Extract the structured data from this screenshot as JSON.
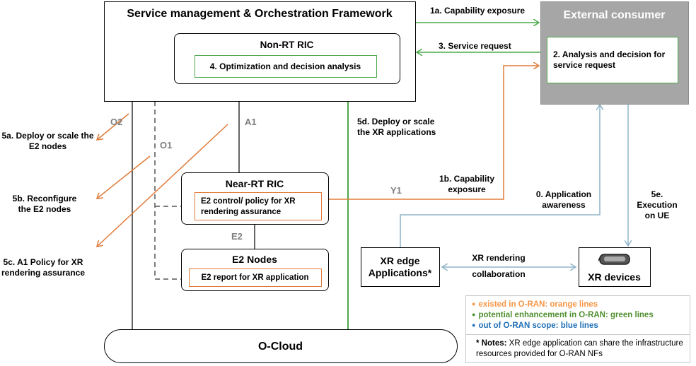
{
  "smo": {
    "title": "Service management & Orchestration Framework"
  },
  "non_rt_ric": {
    "title": "Non-RT RIC",
    "inner": "4. Optimization and decision analysis"
  },
  "external_consumer": {
    "title": "External consumer",
    "inner": "2. Analysis and decision for service request"
  },
  "near_rt_ric": {
    "title": "Near-RT RIC",
    "inner": "E2 control/ policy for XR rendering assurance"
  },
  "e2_nodes": {
    "title": "E2 Nodes",
    "inner": "E2 report for XR application"
  },
  "xr_edge": {
    "title": "XR edge Applications*"
  },
  "xr_devices": {
    "title": "XR devices"
  },
  "o_cloud": {
    "title": "O-Cloud"
  },
  "labels": {
    "capability_exposure_1a": "1a. Capability exposure",
    "service_request_3": "3. Service request",
    "deploy_xr_5d": "5d. Deploy or scale the XR applications",
    "capability_exposure_1b": "1b. Capability exposure",
    "app_awareness_0": "0. Application awareness",
    "execution_ue_5e": "5e. Execution on UE",
    "xr_rendering_collab_1": "XR rendering",
    "xr_rendering_collab_2": "collaboration",
    "deploy_e2_5a": "5a.  Deploy or scale the E2 nodes",
    "reconfigure_5b": "5b. Reconfigure the E2 nodes",
    "a1_policy_5c": "5c. A1 Policy for XR rendering assurance",
    "o2": "O2",
    "o1": "O1",
    "a1": "A1",
    "e2": "E2",
    "y1": "Y1"
  },
  "legend": {
    "orange": "existed in O-RAN:  orange lines",
    "green": "potential enhancement in O-RAN: green lines",
    "blue": "out of O-RAN scope: blue lines",
    "note_bold": "* Notes:",
    "note_text": " XR edge application can share the infrastructure resources provided for O-RAN NFs"
  },
  "colors": {
    "orange": "#e07b39",
    "green": "#4aa84a",
    "blue": "#8fb4c8",
    "gray_box": "#a6a6a6",
    "legend_orange": "#f79646",
    "legend_green": "#4f8f2f",
    "legend_blue": "#1f6fb5"
  }
}
